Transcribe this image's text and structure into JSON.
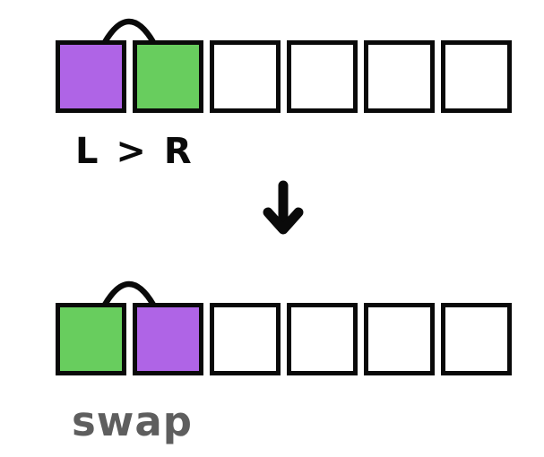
{
  "background": "#ffffff",
  "colors": {
    "purple": "#af64e6",
    "green": "#68cd5e",
    "cell_fill": "#ffffff",
    "cell_border": "#0a0a0a",
    "arrow": "#0a0a0a",
    "comparison_label": "#0a0a0a",
    "swap_label": "#5e5e5e"
  },
  "rows": [
    {
      "name": "before-swap",
      "cells": [
        "purple",
        "green",
        "empty",
        "empty",
        "empty",
        "empty"
      ],
      "label": "L > R"
    },
    {
      "name": "after-swap",
      "cells": [
        "green",
        "purple",
        "empty",
        "empty",
        "empty",
        "empty"
      ],
      "label": "swap"
    }
  ],
  "icons": {
    "arc": "pair-comparison-arc",
    "arrow": "down-arrow"
  }
}
